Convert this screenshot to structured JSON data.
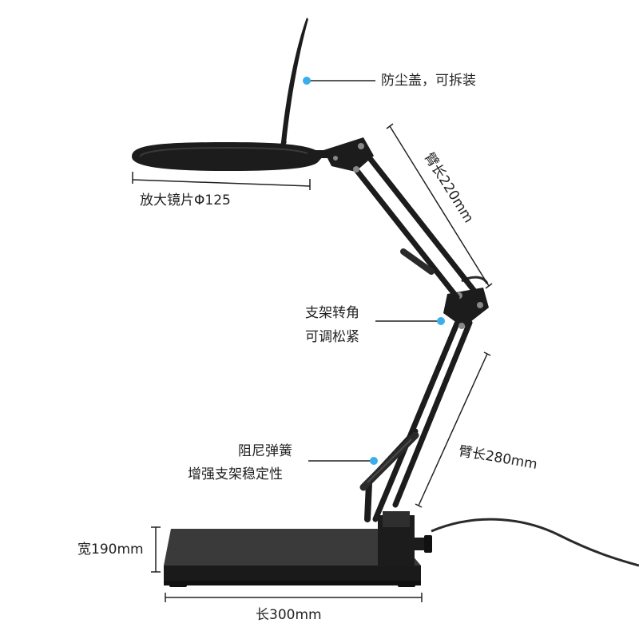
{
  "annotations": {
    "dust_cover": "防尘盖，可拆装",
    "lens": "放大镜片Φ125",
    "upper_arm": "臂长220mm",
    "joint_line1": "支架转角",
    "joint_line2": "可调松紧",
    "spring_line1": "阻尼弹簧",
    "spring_line2": "增强支架稳定性",
    "lower_arm": "臂长280mm",
    "base_width": "宽190mm",
    "base_length": "长300mm"
  },
  "colors": {
    "device": "#1c1c1c",
    "device_highlight": "#3a3a3a",
    "marker": "#3aaeea",
    "leader": "#222222"
  }
}
